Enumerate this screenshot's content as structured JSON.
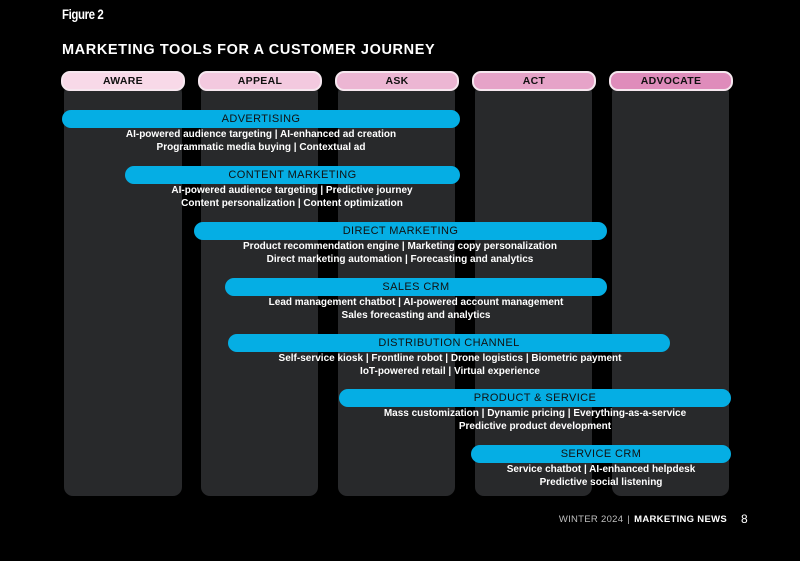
{
  "figure_label": "Figure 2",
  "title": "MARKETING TOOLS FOR A CUSTOMER JOURNEY",
  "stages": [
    {
      "label": "AWARE",
      "color": "#f8d9e8"
    },
    {
      "label": "APPEAL",
      "color": "#f3c9df"
    },
    {
      "label": "ASK",
      "color": "#ecb6d3"
    },
    {
      "label": "ACT",
      "color": "#e6a3c8"
    },
    {
      "label": "ADVOCATE",
      "color": "#df8cbb"
    }
  ],
  "tools": [
    {
      "name": "ADVERTISING",
      "span": [
        "AWARE",
        "ASK"
      ],
      "lines": [
        "AI-powered audience targeting | AI-enhanced ad creation",
        "Programmatic media buying | Contextual ad"
      ]
    },
    {
      "name": "CONTENT MARKETING",
      "span": [
        "AWARE",
        "ASK"
      ],
      "lines": [
        "AI-powered audience targeting | Predictive journey",
        "Content personalization | Content optimization"
      ]
    },
    {
      "name": "DIRECT MARKETING",
      "span": [
        "APPEAL",
        "ACT"
      ],
      "lines": [
        "Product recommendation engine | Marketing copy personalization",
        "Direct marketing automation | Forecasting and analytics"
      ]
    },
    {
      "name": "SALES CRM",
      "span": [
        "APPEAL",
        "ACT"
      ],
      "lines": [
        "Lead management chatbot | AI-powered account management",
        "Sales forecasting and analytics"
      ]
    },
    {
      "name": "DISTRIBUTION CHANNEL",
      "span": [
        "APPEAL",
        "ADVOCATE"
      ],
      "lines": [
        "Self-service kiosk | Frontline robot | Drone logistics | Biometric payment",
        "IoT-powered retail | Virtual experience"
      ]
    },
    {
      "name": "PRODUCT & SERVICE",
      "span": [
        "ASK",
        "ADVOCATE"
      ],
      "lines": [
        "Mass customization | Dynamic pricing | Everything-as-a-service",
        "Predictive product development"
      ]
    },
    {
      "name": "SERVICE CRM",
      "span": [
        "ACT",
        "ADVOCATE"
      ],
      "lines": [
        "Service chatbot | AI-enhanced helpdesk",
        "Predictive social listening"
      ]
    }
  ],
  "colors": {
    "bar": "#05aee4",
    "column": "#28292b",
    "background": "#000000"
  },
  "footer": {
    "issue": "WINTER 2024",
    "separator": "|",
    "publication": "MARKETING NEWS",
    "page": "8"
  }
}
